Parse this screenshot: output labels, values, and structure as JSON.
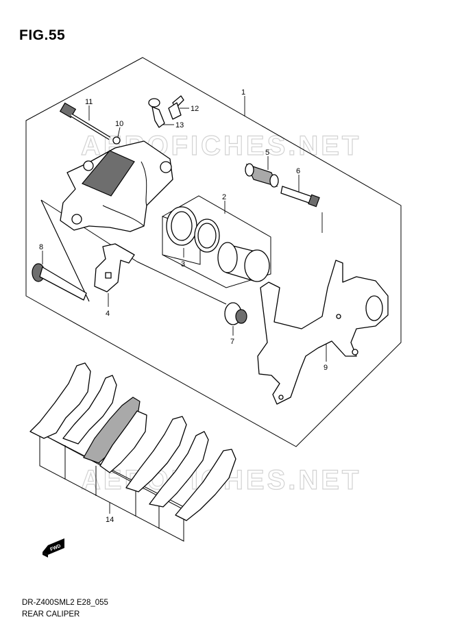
{
  "figure": {
    "title": "FIG.55"
  },
  "watermark": {
    "text": "AEROFICHES.NET"
  },
  "callouts": [
    {
      "id": "1",
      "label": "1"
    },
    {
      "id": "2",
      "label": "2"
    },
    {
      "id": "3",
      "label": "3"
    },
    {
      "id": "4",
      "label": "4"
    },
    {
      "id": "5",
      "label": "5"
    },
    {
      "id": "6",
      "label": "6"
    },
    {
      "id": "7",
      "label": "7"
    },
    {
      "id": "8",
      "label": "8"
    },
    {
      "id": "9",
      "label": "9"
    },
    {
      "id": "10",
      "label": "10"
    },
    {
      "id": "11",
      "label": "11"
    },
    {
      "id": "12",
      "label": "12"
    },
    {
      "id": "13",
      "label": "13"
    },
    {
      "id": "14",
      "label": "14"
    }
  ],
  "fwd_badge": {
    "text": "FWD"
  },
  "footer": {
    "code": "DR-Z400SML2 E28_055",
    "name": "REAR CALIPER"
  }
}
